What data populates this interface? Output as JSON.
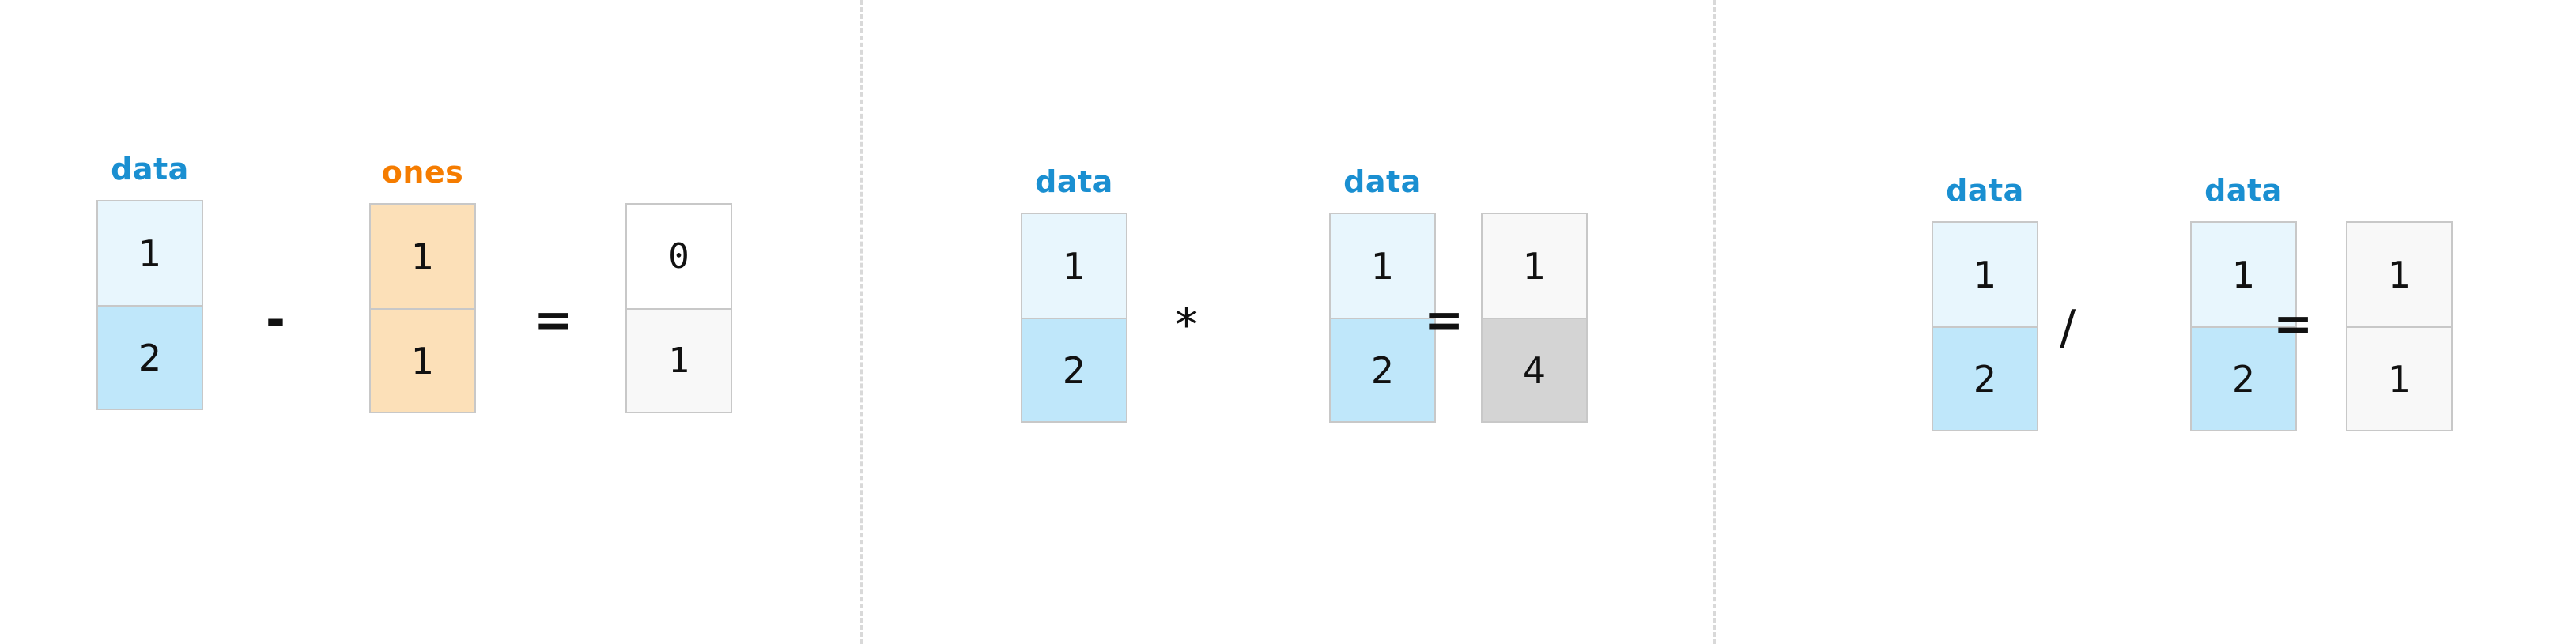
{
  "figure": {
    "title": "NumPy elementwise array arithmetic",
    "background_color": "#ffffff",
    "divider_color": "#d9d9d9"
  },
  "colors": {
    "label_blue": "#1a8fd1",
    "label_orange": "#f57c00",
    "cell_blue_light": "#e8f6fd",
    "cell_blue": "#bfe7fa",
    "cell_orange": "#fce0b8",
    "cell_white": "#ffffff",
    "cell_offwhite": "#f8f8f8",
    "cell_gray_highlight": "#d4d4d4",
    "cell_border": "#c8c8c8",
    "digit_color": "#111111"
  },
  "panels": [
    {
      "id": "subtraction",
      "operation": "data - ones",
      "operator_symbol": "-",
      "equals_symbol": "=",
      "operands": [
        {
          "label": "data",
          "label_color": "blue",
          "values": [
            "1",
            "2"
          ],
          "fills": [
            "blue-light",
            "blue"
          ]
        },
        {
          "label": "ones",
          "label_color": "orange",
          "values": [
            "1",
            "1"
          ],
          "fills": [
            "orange",
            "orange"
          ]
        }
      ],
      "result": {
        "label": "",
        "values": [
          "0",
          "1"
        ],
        "fills": [
          "white",
          "offwhite"
        ]
      }
    },
    {
      "id": "multiplication",
      "operation": "data * data",
      "operator_symbol": "*",
      "equals_symbol": "=",
      "operands": [
        {
          "label": "data",
          "label_color": "blue",
          "values": [
            "1",
            "2"
          ],
          "fills": [
            "blue-light",
            "blue"
          ]
        },
        {
          "label": "data",
          "label_color": "blue",
          "values": [
            "1",
            "2"
          ],
          "fills": [
            "blue-light",
            "blue"
          ]
        }
      ],
      "result": {
        "label": "",
        "values": [
          "1",
          "4"
        ],
        "fills": [
          "offwhite",
          "gray"
        ]
      }
    },
    {
      "id": "division",
      "operation": "data / data",
      "operator_symbol": "/",
      "equals_symbol": "=",
      "operands": [
        {
          "label": "data",
          "label_color": "blue",
          "values": [
            "1",
            "2"
          ],
          "fills": [
            "blue-light",
            "blue"
          ]
        },
        {
          "label": "data",
          "label_color": "blue",
          "values": [
            "1",
            "2"
          ],
          "fills": [
            "blue-light",
            "blue"
          ]
        }
      ],
      "result": {
        "label": "",
        "values": [
          "1",
          "1"
        ],
        "fills": [
          "offwhite",
          "offwhite"
        ]
      }
    }
  ]
}
